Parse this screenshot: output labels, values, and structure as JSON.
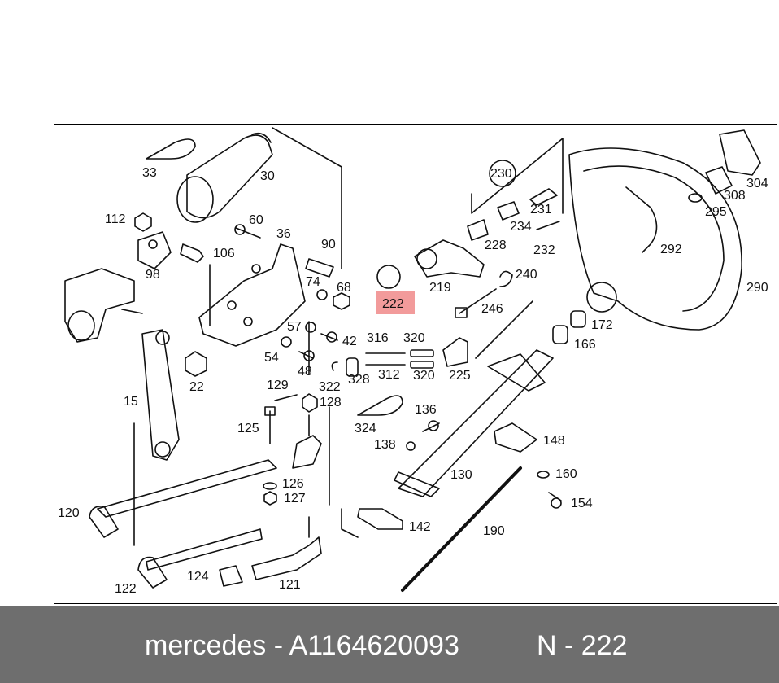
{
  "footer": {
    "part_text": "mercedes - A1164620093",
    "ref_text": "N - 222"
  },
  "highlight": {
    "label": "222",
    "color": "#f08a8a"
  },
  "labels": [
    {
      "id": "33",
      "text": "33"
    },
    {
      "id": "30",
      "text": "30"
    },
    {
      "id": "112",
      "text": "112"
    },
    {
      "id": "60",
      "text": "60"
    },
    {
      "id": "36",
      "text": "36"
    },
    {
      "id": "90",
      "text": "90"
    },
    {
      "id": "106",
      "text": "106"
    },
    {
      "id": "98",
      "text": "98"
    },
    {
      "id": "74",
      "text": "74"
    },
    {
      "id": "68",
      "text": "68"
    },
    {
      "id": "57",
      "text": "57"
    },
    {
      "id": "42",
      "text": "42"
    },
    {
      "id": "54",
      "text": "54"
    },
    {
      "id": "48",
      "text": "48"
    },
    {
      "id": "22",
      "text": "22"
    },
    {
      "id": "15",
      "text": "15"
    },
    {
      "id": "129",
      "text": "129"
    },
    {
      "id": "128",
      "text": "128"
    },
    {
      "id": "322",
      "text": "322"
    },
    {
      "id": "328",
      "text": "328"
    },
    {
      "id": "316",
      "text": "316"
    },
    {
      "id": "320a",
      "text": "320"
    },
    {
      "id": "312",
      "text": "312"
    },
    {
      "id": "320b",
      "text": "320"
    },
    {
      "id": "225",
      "text": "225"
    },
    {
      "id": "219",
      "text": "219"
    },
    {
      "id": "230",
      "text": "230"
    },
    {
      "id": "231",
      "text": "231"
    },
    {
      "id": "234",
      "text": "234"
    },
    {
      "id": "228",
      "text": "228"
    },
    {
      "id": "232",
      "text": "232"
    },
    {
      "id": "240",
      "text": "240"
    },
    {
      "id": "246",
      "text": "246"
    },
    {
      "id": "292",
      "text": "292"
    },
    {
      "id": "290",
      "text": "290"
    },
    {
      "id": "304",
      "text": "304"
    },
    {
      "id": "308",
      "text": "308"
    },
    {
      "id": "295",
      "text": "295"
    },
    {
      "id": "172",
      "text": "172"
    },
    {
      "id": "166",
      "text": "166"
    },
    {
      "id": "125",
      "text": "125"
    },
    {
      "id": "324",
      "text": "324"
    },
    {
      "id": "136",
      "text": "136"
    },
    {
      "id": "138",
      "text": "138"
    },
    {
      "id": "148",
      "text": "148"
    },
    {
      "id": "130",
      "text": "130"
    },
    {
      "id": "160",
      "text": "160"
    },
    {
      "id": "154",
      "text": "154"
    },
    {
      "id": "126",
      "text": "126"
    },
    {
      "id": "127",
      "text": "127"
    },
    {
      "id": "120",
      "text": "120"
    },
    {
      "id": "142",
      "text": "142"
    },
    {
      "id": "190",
      "text": "190"
    },
    {
      "id": "124",
      "text": "124"
    },
    {
      "id": "121",
      "text": "121"
    },
    {
      "id": "122",
      "text": "122"
    }
  ]
}
